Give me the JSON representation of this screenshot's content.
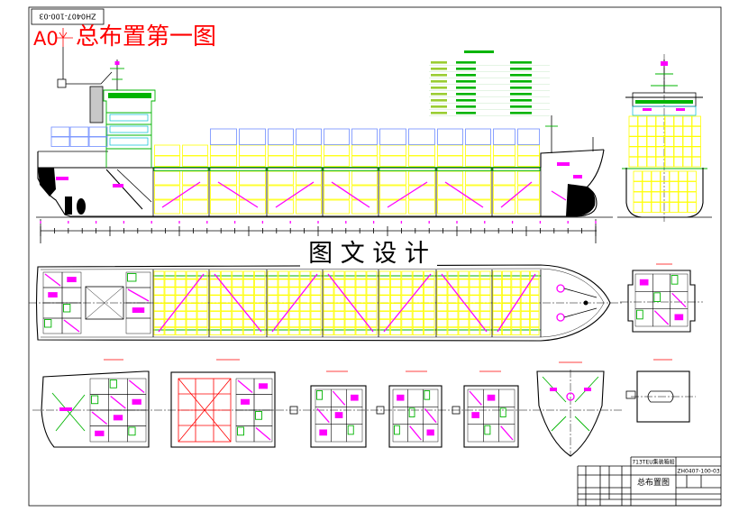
{
  "stamp": {
    "code": "ZH0407-100-03"
  },
  "sheet": {
    "size": "A0",
    "title": "总布置第一图"
  },
  "watermark": "图 文 设 计",
  "title_block": {
    "vessel": "713TEU集装箱船",
    "drawing_title": "总布置图",
    "drawing_no": "ZH0407-100-03"
  },
  "colors": {
    "title_red": "#ff0000",
    "container_yellow": "#ffff00",
    "container_blue": "#6f8cff",
    "structure_green": "#00b400",
    "label_magenta": "#ff00ff"
  }
}
